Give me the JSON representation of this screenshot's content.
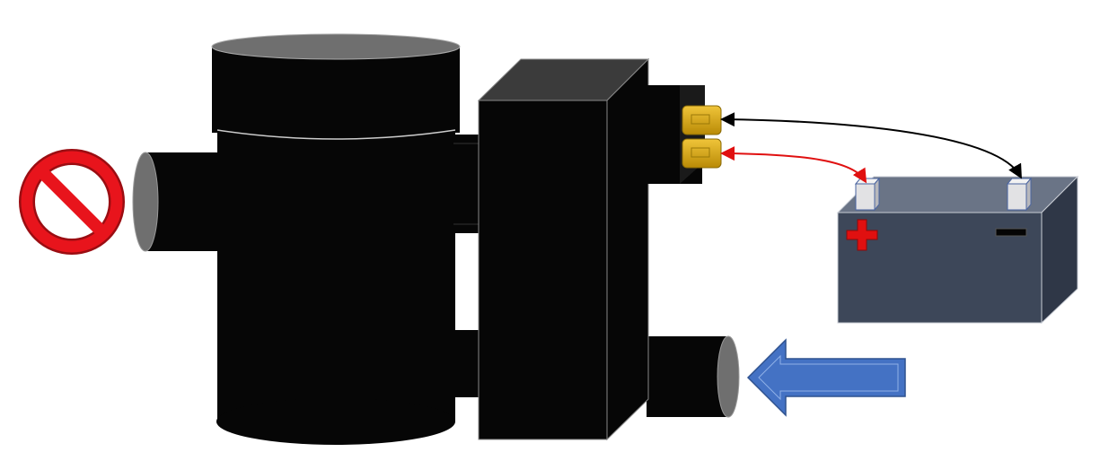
{
  "diagram": {
    "components": [
      "no-entry-sign",
      "pump-housing",
      "inlet-pipe-left",
      "control-box",
      "connector-block",
      "connector-terminals",
      "outlet-pipe-right",
      "battery",
      "flow-arrow"
    ],
    "battery": {
      "positive_symbol": "+",
      "negative_symbol": "-"
    },
    "colors": {
      "housing": "#060606",
      "pipe_end": "#6f6f6f",
      "box_top": "#3b3b3b",
      "connector": "#d4a514",
      "battery_front": "#3d4759",
      "battery_top": "#6a7486",
      "battery_side": "#2f3747",
      "terminal": "#e2e2e4",
      "wire_positive": "#e01010",
      "wire_negative": "#000000",
      "flow_arrow": "#4472c4",
      "no_sign": "#e8141c"
    }
  }
}
